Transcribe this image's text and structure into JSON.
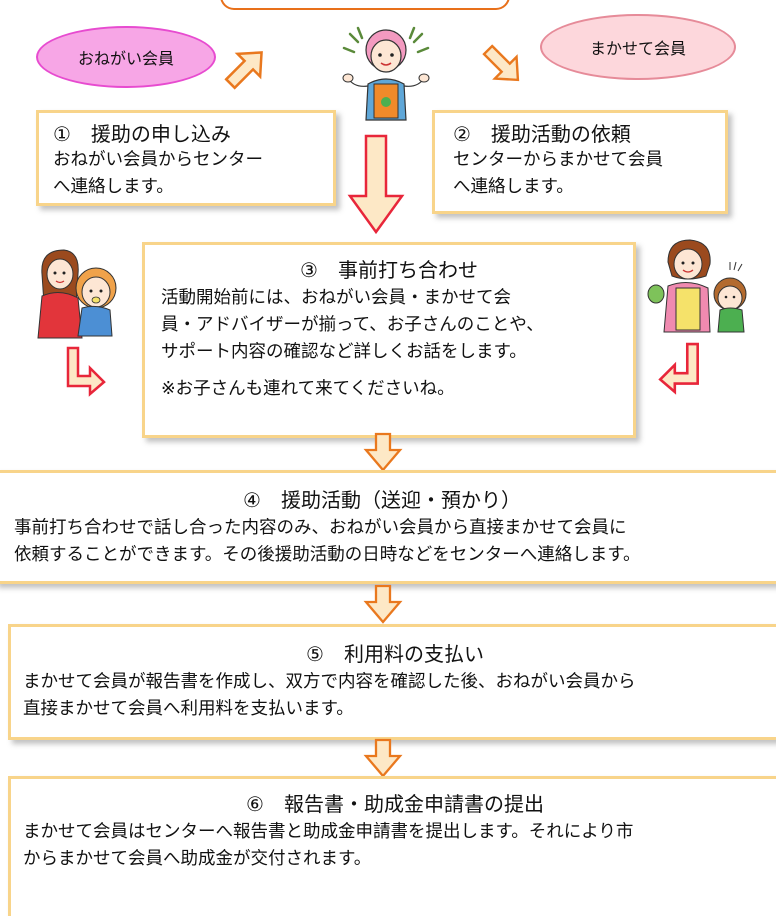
{
  "colors": {
    "box_border": "#f8d48a",
    "arrow_fill": "#fde8c6",
    "arrow_stroke": "#e9781e",
    "pink_arrow_stroke": "#e8263a",
    "oval_left_fill": "#f7a6e6",
    "oval_left_border": "#e74bd0",
    "oval_right_fill": "#fdd7dc",
    "oval_right_border": "#e68b99",
    "top_bar": "#e8701a"
  },
  "members": {
    "left": "おねがい会員",
    "right": "まかせて会員"
  },
  "step1": {
    "title": "①　援助の申し込み",
    "lines": [
      "おねがい会員からセンター",
      "へ連絡します。"
    ]
  },
  "step2": {
    "title": "②　援助活動の依頼",
    "lines": [
      "センターからまかせて会員",
      "へ連絡します。"
    ]
  },
  "step3": {
    "title": "③　事前打ち合わせ",
    "lines": [
      "活動開始前には、おねがい会員・まかせて会",
      "員・アドバイザーが揃って、お子さんのことや、",
      "サポート内容の確認など詳しくお話をします。"
    ],
    "note": "※お子さんも連れて来てくださいね。"
  },
  "step4": {
    "title": "④　援助活動（送迎・預かり）",
    "lines": [
      "事前打ち合わせで話し合った内容のみ、おねがい会員から直接まかせて会員に",
      "依頼することができます。その後援助活動の日時などをセンターへ連絡します。"
    ]
  },
  "step5": {
    "title": "⑤　利用料の支払い",
    "lines": [
      "まかせて会員が報告書を作成し、双方で内容を確認した後、おねがい会員から",
      "直接まかせて会員へ利用料を支払います。"
    ]
  },
  "step6": {
    "title": "⑥　報告書・助成金申請書の提出",
    "lines": [
      "まかせて会員はセンターへ報告書と助成金申請書を提出します。それにより市",
      "からまかせて会員へ助成金が交付されます。"
    ]
  },
  "icons": {
    "center_person": "advisor-person-icon",
    "left_person": "mother-with-baby-icon",
    "right_person": "caregiver-with-child-icon"
  }
}
